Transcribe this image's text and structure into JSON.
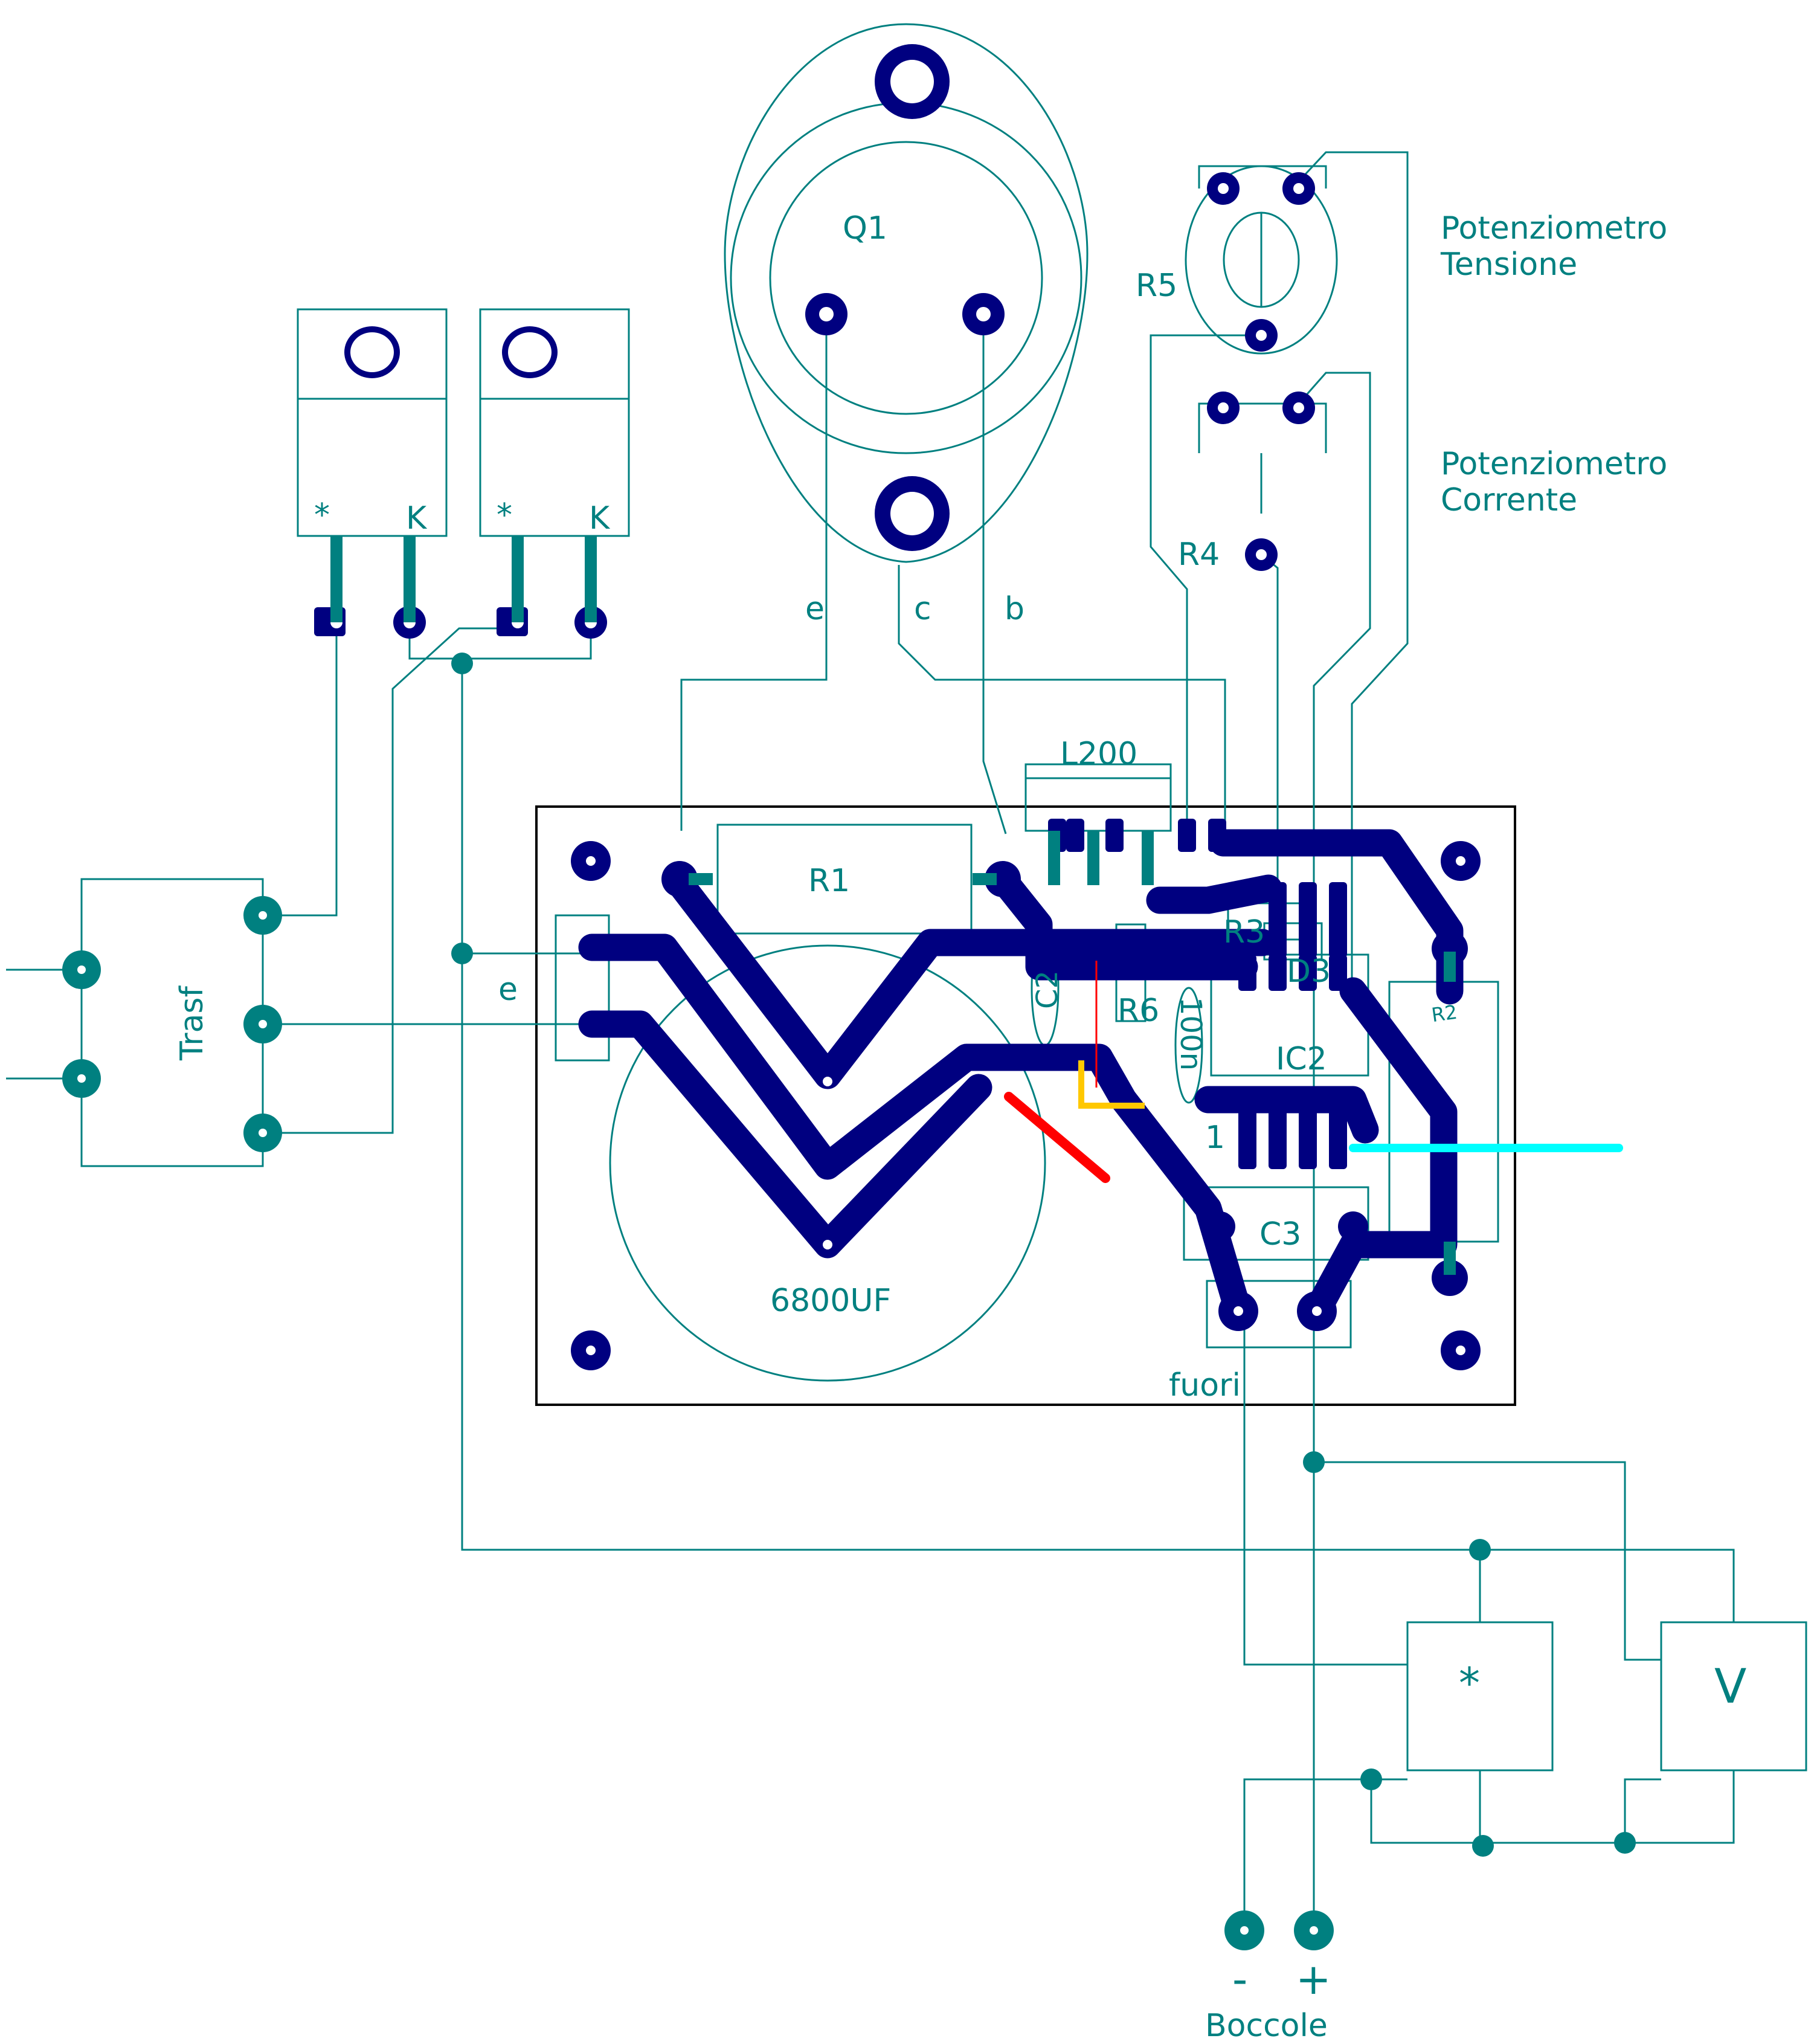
{
  "labels": {
    "q1": "Q1",
    "e_q1": "e",
    "c_q1": "c",
    "b_q1": "b",
    "r5": "R5",
    "r4": "R4",
    "pot_tension_1": "Potenziometro",
    "pot_tension_2": "Tensione",
    "pot_current_1": "Potenziometro",
    "pot_current_2": "Corrente",
    "diode_star_1": "*",
    "diode_k_1": "K",
    "diode_star_2": "*",
    "diode_k_2": "K",
    "l200": "L200",
    "r1": "R1",
    "r3": "R3",
    "d3": "D3",
    "r6": "R6",
    "c2": "C2",
    "c100n": "100n",
    "ic2": "IC2",
    "pin1": "1",
    "r2": "R2",
    "c3": "C3",
    "cap_main": "6800UF",
    "e_board": "e",
    "fuori": "fuori",
    "trasf": "Trasf",
    "ammeter": "*",
    "voltmeter": "V",
    "minus": "-",
    "plus": "+",
    "boccole": "Boccole"
  },
  "colors": {
    "silk": "#008080",
    "copper": "#000080",
    "jumper_red": "#ff0000",
    "jumper_yellow": "#ffc800",
    "jumper_cyan": "#00ffff"
  }
}
